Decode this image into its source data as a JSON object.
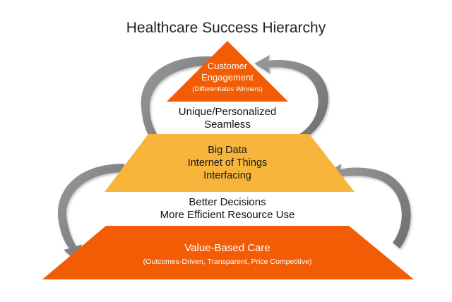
{
  "title": "Healthcare Success Hierarchy",
  "colors": {
    "orange": "#F25C05",
    "yellow": "#F7B53B",
    "arrow": "#8E8E8E"
  },
  "tiers": {
    "top": {
      "line1": "Customer",
      "line2": "Engagement",
      "sub": "(Differentiates Winners)"
    },
    "middle": {
      "line1": "Big Data",
      "line2": "Internet of Things",
      "line3": "Interfacing"
    },
    "bottom": {
      "line1": "Value-Based Care",
      "sub": "(Outcomes-Driven, Transparent, Price Competitive)"
    }
  },
  "connectors": {
    "upper": {
      "line1": "Unique/Personalized",
      "line2": "Seamless"
    },
    "lower": {
      "line1": "Better Decisions",
      "line2": "More Efficient Resource Use"
    }
  },
  "icons": {
    "cycle_arrow": "curved-arrow-icon"
  }
}
